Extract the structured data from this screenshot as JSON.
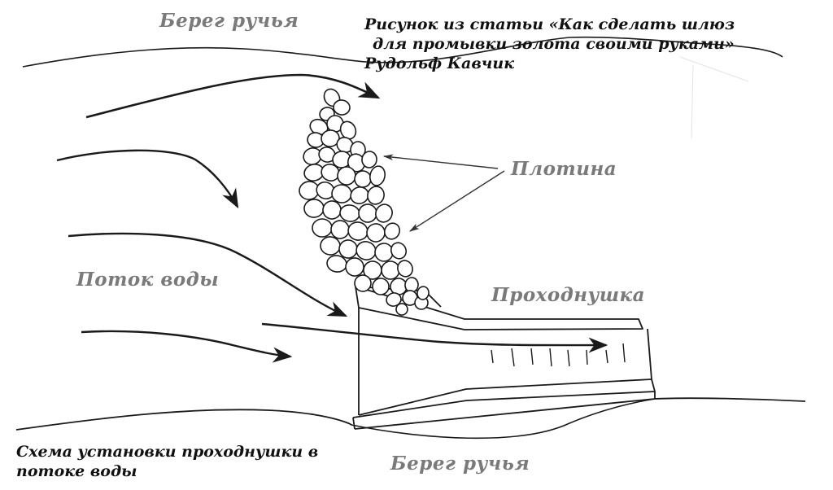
{
  "labels": {
    "bank_top": "Берег ручья",
    "bank_bottom": "Берег ручья",
    "dam": "Плотина",
    "water_flow": "Поток воды",
    "sluice": "Проходнушка"
  },
  "source": {
    "line1": "Рисунок из статьи «Как сделать шлюз",
    "line2": "для промывки золота своими руками»",
    "author": "Рудольф Кавчик"
  },
  "caption": {
    "line1": "Схема установки проходнушки в",
    "line2": "потоке воды"
  },
  "colors": {
    "ink": "#1a1a1a",
    "label_grey": "#7a7a7a",
    "background": "#ffffff"
  }
}
